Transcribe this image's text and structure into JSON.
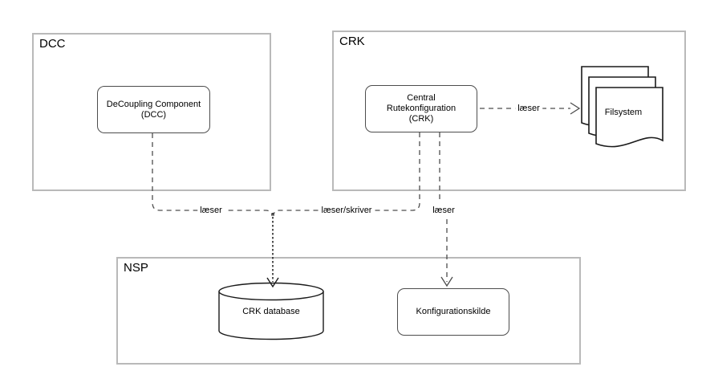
{
  "containers": {
    "dcc": {
      "title": "DCC"
    },
    "crk": {
      "title": "CRK"
    },
    "nsp": {
      "title": "NSP"
    }
  },
  "nodes": {
    "decoupling": {
      "lines": [
        "DeCoupling Component",
        "(DCC)"
      ]
    },
    "central_crk": {
      "lines": [
        "Central",
        "Rutekonfiguration",
        "(CRK)"
      ]
    },
    "filsystem": {
      "label": "Filsystem"
    },
    "crk_database": {
      "label": "CRK database"
    },
    "konfigurationskilde": {
      "label": "Konfigurationskilde"
    }
  },
  "edges": {
    "dcc_to_database": {
      "label": "læser"
    },
    "crk_to_database": {
      "label": "læser/skriver"
    },
    "crk_to_konfigurationskilde": {
      "label": "læser"
    },
    "crk_to_filsystem": {
      "label": "læser"
    }
  },
  "colors": {
    "container_border": "#b9b9b9",
    "node_border": "#4d4d4d",
    "shape_stroke": "#1a1a1a",
    "connector": "#4d4d4d",
    "connector_merged": "#1a1a1a",
    "background": "#ffffff",
    "text": "#000000"
  }
}
